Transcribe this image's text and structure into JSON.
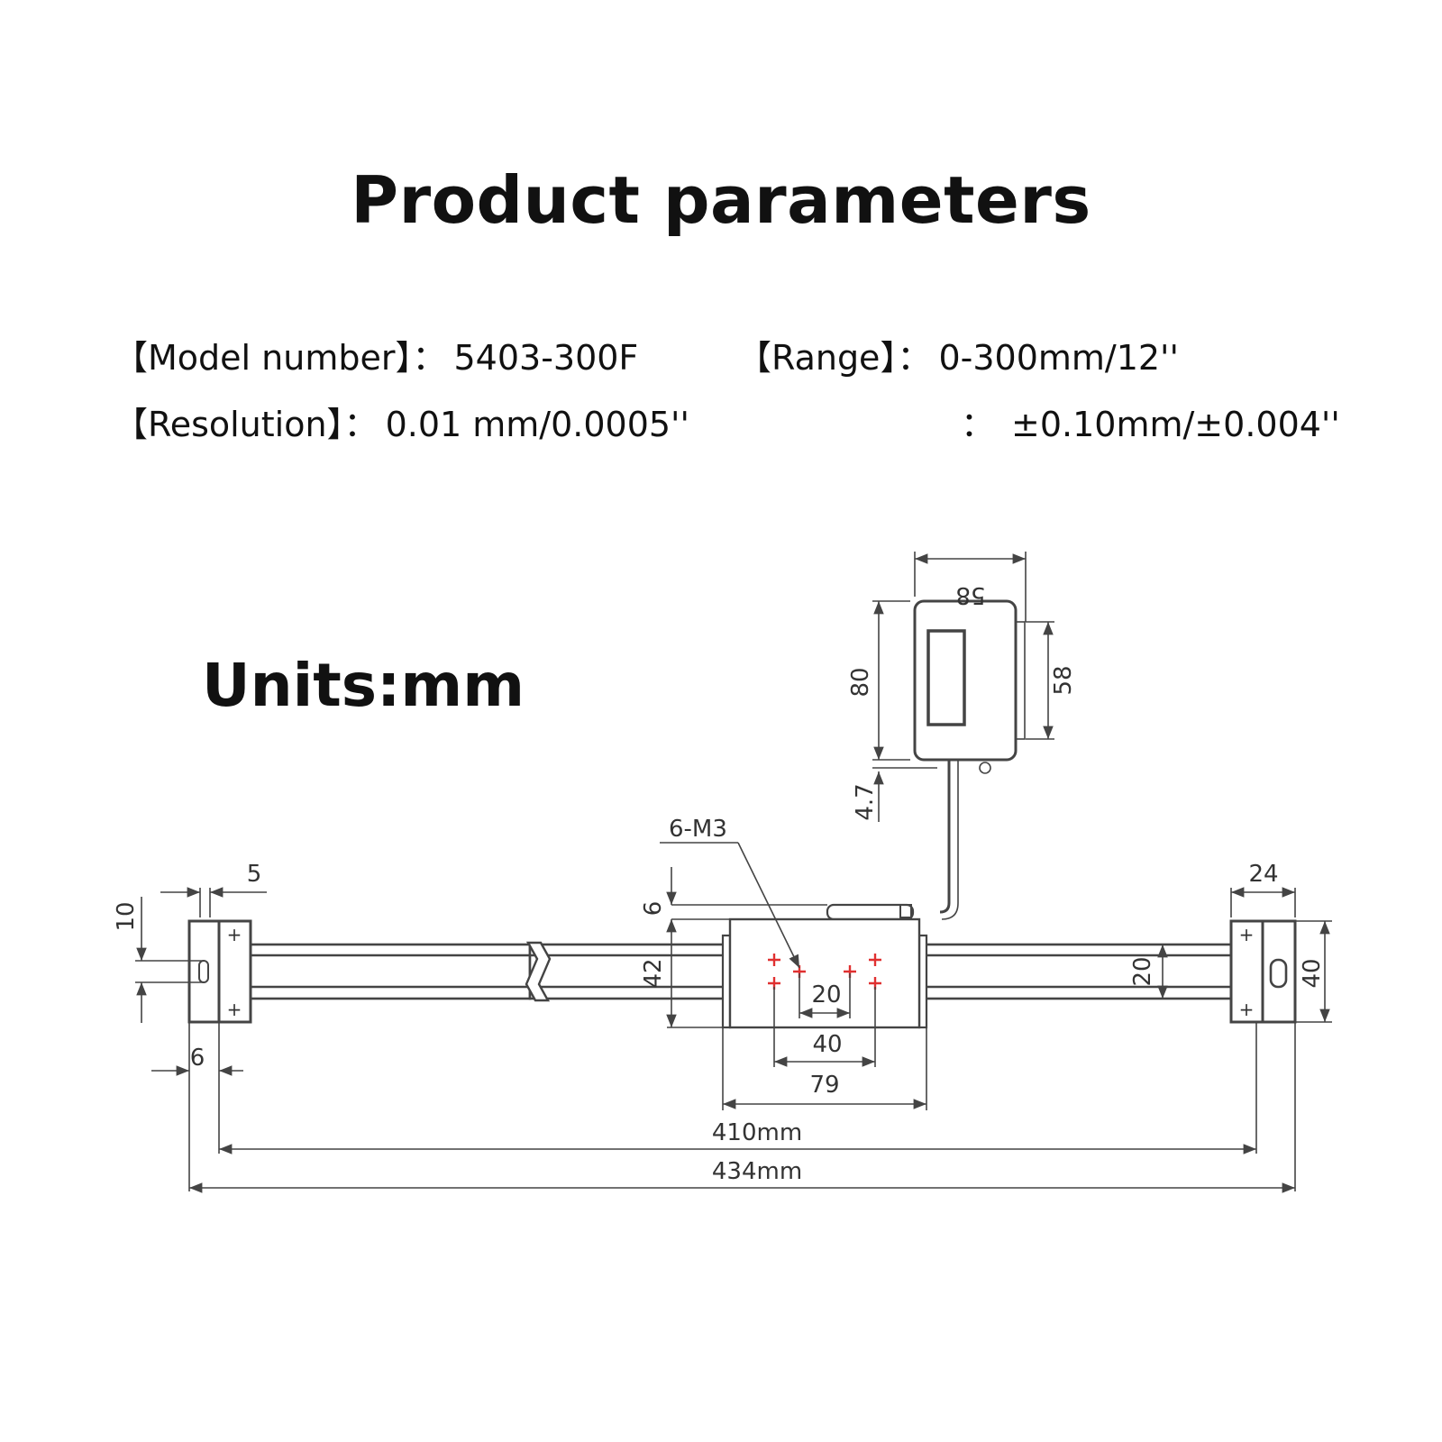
{
  "title": "Product parameters",
  "params": {
    "model_label": "【Model number】：",
    "model_value": "5403-300F",
    "range_label": "【Range】：",
    "range_value": "0-300mm/12''",
    "resolution_label": "【Resolution】：",
    "resolution_value": "0.01 mm/0.0005''",
    "accuracy_label": "：",
    "accuracy_value": "±0.10mm/±0.004''"
  },
  "units": "Units:mm",
  "dimensions": {
    "display_width": "58",
    "display_height": "80",
    "display_height_right": "58",
    "display_offset": "4.7",
    "holes": "6-M3",
    "bracket_thickness": "5",
    "bracket_slot": "10",
    "rail_offset": "6",
    "reader_height": "42",
    "hole_spacing_small": "20",
    "hole_spacing": "40",
    "reader_width": "79",
    "rail_height": "20",
    "bracket_width": "24",
    "bracket_height": "40",
    "bracket_base": "6",
    "mount_length": "410mm",
    "total_length": "434mm"
  },
  "colors": {
    "line": "#444444",
    "mounting_holes": "#e03030"
  }
}
